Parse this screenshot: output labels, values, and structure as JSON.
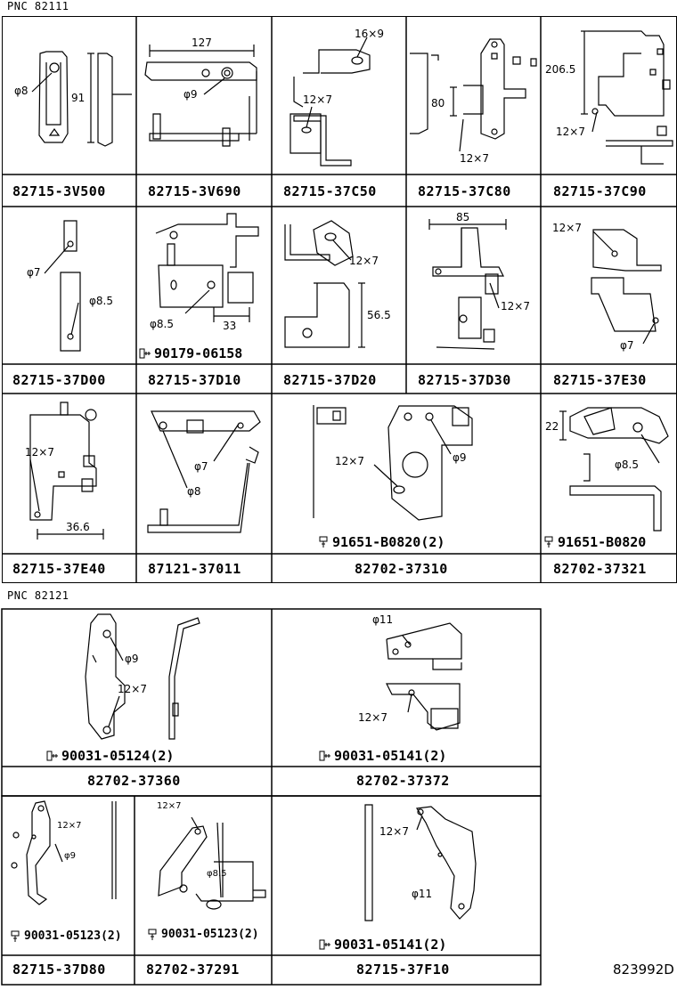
{
  "section1": {
    "pnc": "PNC 82111",
    "row1": [
      {
        "part": "82715-3V500",
        "labels": [
          "φ8",
          "91"
        ]
      },
      {
        "part": "82715-3V690",
        "labels": [
          "127",
          "φ9"
        ]
      },
      {
        "part": "82715-37C50",
        "labels": [
          "16×9",
          "12×7"
        ]
      },
      {
        "part": "82715-37C80",
        "labels": [
          "80",
          "12×7"
        ]
      },
      {
        "part": "82715-37C90",
        "labels": [
          "206.5",
          "12×7"
        ]
      }
    ],
    "row2": [
      {
        "part": "82715-37D00",
        "labels": [
          "φ7",
          "φ8.5"
        ]
      },
      {
        "part": "82715-37D10",
        "labels": [
          "φ8.5",
          "33"
        ],
        "bolt": "90179-06158"
      },
      {
        "part": "82715-37D20",
        "labels": [
          "12×7",
          "56.5"
        ]
      },
      {
        "part": "82715-37D30",
        "labels": [
          "85",
          "12×7"
        ]
      },
      {
        "part": "82715-37E30",
        "labels": [
          "12×7",
          "φ7"
        ]
      }
    ],
    "row3": [
      {
        "part": "82715-37E40",
        "labels": [
          "12×7",
          "36.6"
        ]
      },
      {
        "part": "87121-37011",
        "labels": [
          "φ7",
          "φ8"
        ]
      },
      {
        "part": "82702-37310",
        "labels": [
          "12×7",
          "φ9"
        ],
        "bolt": "91651-B0820(2)"
      },
      {
        "part": "82702-37321",
        "labels": [
          "22",
          "φ8.5"
        ],
        "bolt": "91651-B0820"
      }
    ]
  },
  "section2": {
    "pnc": "PNC 82121",
    "row1": [
      {
        "part": "82702-37360",
        "labels": [
          "φ9",
          "12×7"
        ],
        "bolt": "90031-05124(2)"
      },
      {
        "part": "82702-37372",
        "labels": [
          "φ11",
          "12×7"
        ],
        "bolt": "90031-05141(2)"
      }
    ],
    "row2": [
      {
        "part": "82715-37D80",
        "labels": [
          "12×7",
          "φ9"
        ],
        "bolt": "90031-05123(2)"
      },
      {
        "part": "82702-37291",
        "labels": [
          "12×7",
          "φ8.5"
        ],
        "bolt": "90031-05123(2)"
      },
      {
        "part": "82715-37F10",
        "labels": [
          "12×7",
          "φ11"
        ],
        "bolt": "90031-05141(2)"
      }
    ]
  },
  "footer_code": "823992D"
}
